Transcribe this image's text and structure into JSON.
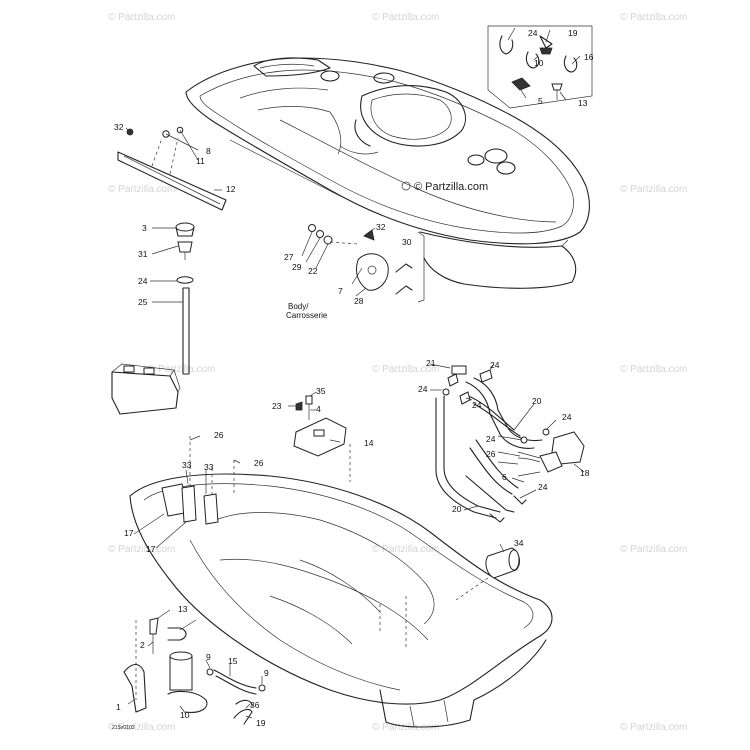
{
  "watermark": "© Partzilla.com",
  "body_label_line1": "Body/",
  "body_label_line2": "Carrosserie",
  "drawing_code": "21Sx0103",
  "callouts": {
    "c1": "1",
    "c2": "2",
    "c3": "3",
    "c4": "4",
    "c5": "5",
    "c6": "6",
    "c7": "7",
    "c8": "8",
    "c9a": "9",
    "c9b": "9",
    "c10a": "10",
    "c10b": "10",
    "c11": "11",
    "c12": "12",
    "c13a": "13",
    "c13b": "13",
    "c14": "14",
    "c15": "15",
    "c16": "16",
    "c17a": "17",
    "c17b": "17",
    "c18": "18",
    "c19a": "19",
    "c19b": "19",
    "c20a": "20",
    "c20b": "20",
    "c21": "21",
    "c22": "22",
    "c23": "23",
    "c24a": "24",
    "c24b": "24",
    "c24c": "24",
    "c24d": "24",
    "c24e": "24",
    "c24f": "24",
    "c24g": "24",
    "c24h": "24",
    "c25": "25",
    "c26a": "26",
    "c26b": "26",
    "c26c": "26",
    "c27": "27",
    "c28": "28",
    "c29": "29",
    "c30": "30",
    "c31": "31",
    "c32a": "32",
    "c32b": "32",
    "c33a": "33",
    "c33b": "33",
    "c34": "34",
    "c35": "35",
    "c36": "36"
  }
}
